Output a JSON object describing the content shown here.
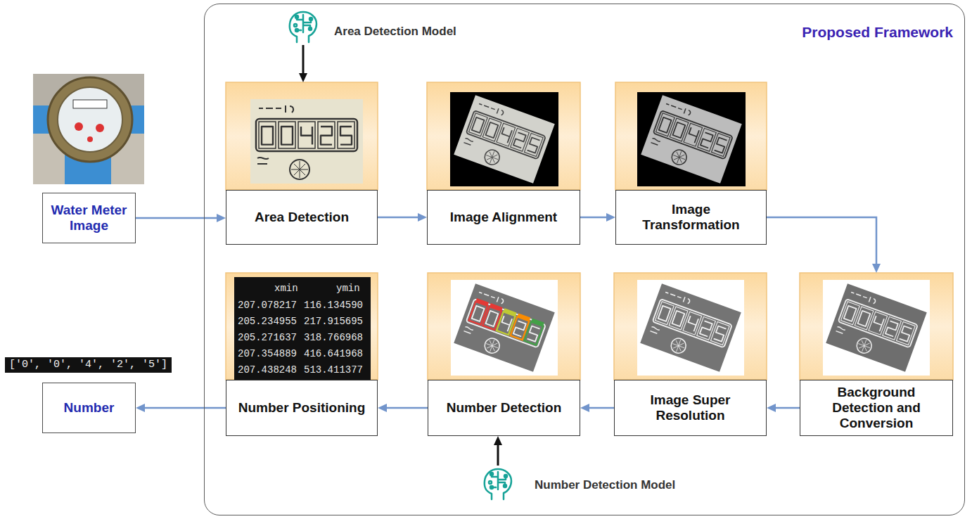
{
  "diagram": {
    "nodes": [
      {
        "text": [
          "Water Meter Image"
        ]
      },
      {
        "text": [
          "Proposed Framework"
        ]
      },
      {
        "text": [
          "Area Detection Model"
        ],
        "in": 1
      },
      {
        "text": [
          "Area Detection"
        ],
        "in": 1
      },
      {
        "text": [
          "Image Alignment"
        ],
        "in": 1
      },
      {
        "text": [
          "Image Transformation"
        ],
        "in": 1
      },
      {
        "text": [
          "Background Detection and Conversion"
        ],
        "in": 1
      },
      {
        "text": [
          "Image Super Resolution"
        ],
        "in": 1
      },
      {
        "text": [
          "Number Detection"
        ],
        "in": 1
      },
      {
        "text": [
          "Number Positioning"
        ],
        "in": 1
      },
      {
        "text": [
          "Number Detection Model"
        ],
        "in": 1
      },
      {
        "text": [
          "Number"
        ]
      }
    ],
    "edges": [
      {
        "from": 0,
        "to": 3,
        "arrow": "to"
      },
      {
        "from": 2,
        "to": 3,
        "arrow": "to"
      },
      {
        "from": 3,
        "to": 4,
        "arrow": "to"
      },
      {
        "from": 4,
        "to": 5,
        "arrow": "to"
      },
      {
        "from": 5,
        "to": 6,
        "arrow": "to"
      },
      {
        "from": 6,
        "to": 7,
        "arrow": "to"
      },
      {
        "from": 7,
        "to": 8,
        "arrow": "to"
      },
      {
        "from": 10,
        "to": 8,
        "arrow": "to"
      },
      {
        "from": 8,
        "to": 9,
        "arrow": "to"
      },
      {
        "from": 9,
        "to": 11,
        "arrow": "to"
      }
    ],
    "labels": [
      "['0', '0', '4', '2', '5']",
      "xmin",
      "ymin",
      "207.078217",
      "116.134590",
      "205.234955",
      "217.915695",
      "205.271637",
      "318.766968",
      "207.354889",
      "416.641968",
      "207.438248",
      "513.411377"
    ]
  }
}
